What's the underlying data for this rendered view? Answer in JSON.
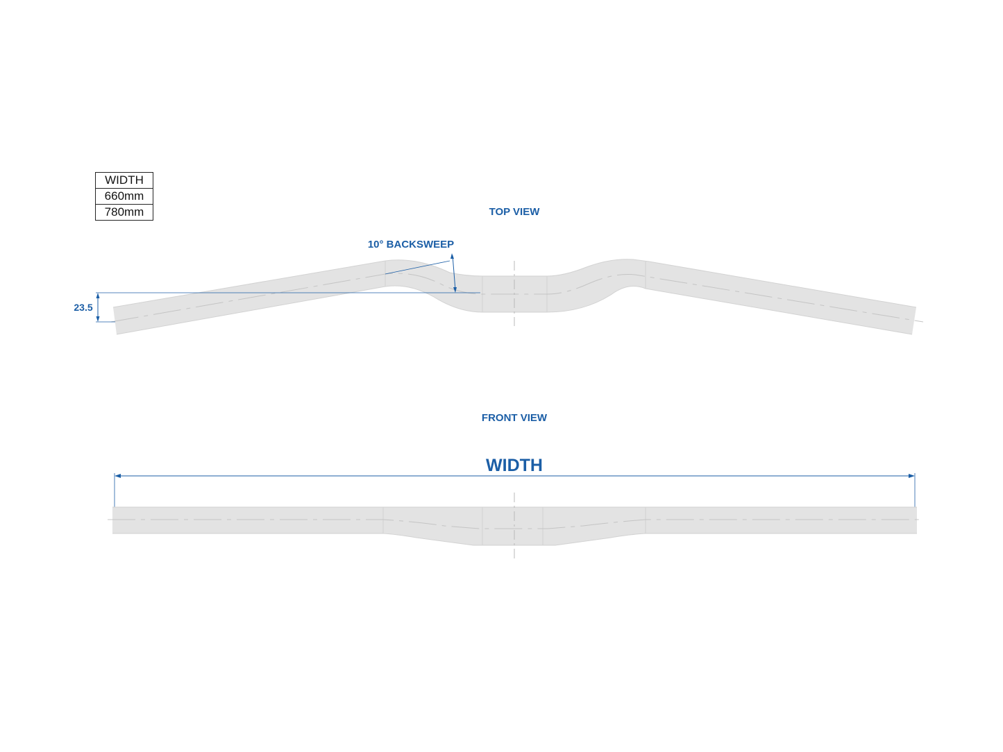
{
  "table": {
    "header": "WIDTH",
    "rows": [
      "660mm",
      "780mm"
    ]
  },
  "labels": {
    "top_view": "TOP VIEW",
    "front_view": "FRONT VIEW",
    "backsweep": "10° BACKSWEEP",
    "rise_value": "23.5",
    "width": "WIDTH"
  },
  "colors": {
    "annotation": "#1b5ea6",
    "bar": "#e3e3e3"
  }
}
